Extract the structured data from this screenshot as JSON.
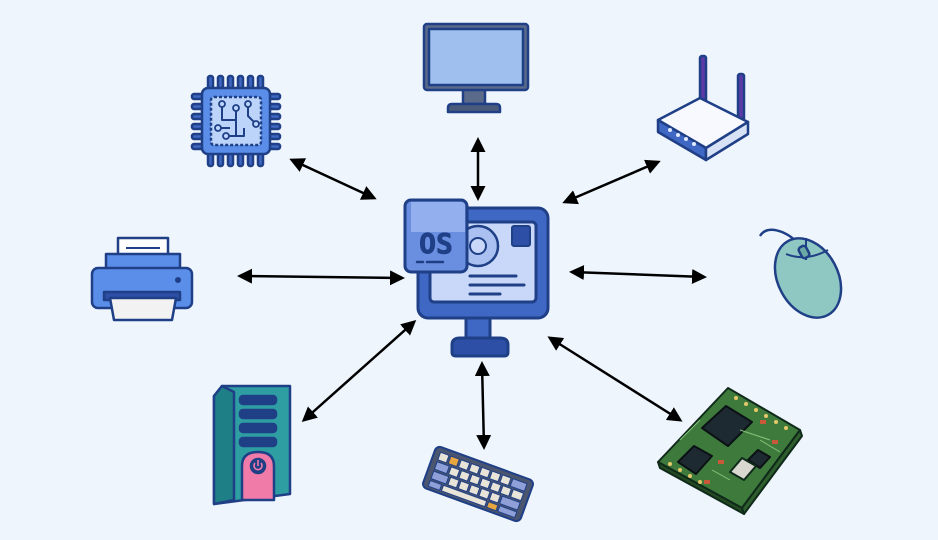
{
  "center": {
    "label": "OS"
  },
  "colors": {
    "background": "#eef5fd",
    "outline": "#1f3f86",
    "os_primary": "#3f67c4",
    "os_light": "#a9c0f0",
    "arrow": "#000000"
  },
  "devices": [
    {
      "id": "cpu",
      "icon": "cpu-chip-icon"
    },
    {
      "id": "monitor",
      "icon": "monitor-icon"
    },
    {
      "id": "router",
      "icon": "wifi-router-icon"
    },
    {
      "id": "printer",
      "icon": "printer-icon"
    },
    {
      "id": "mouse",
      "icon": "mouse-icon"
    },
    {
      "id": "tower",
      "icon": "desktop-tower-icon"
    },
    {
      "id": "keyboard",
      "icon": "keyboard-icon"
    },
    {
      "id": "circuit-board",
      "icon": "circuit-board-icon"
    }
  ]
}
